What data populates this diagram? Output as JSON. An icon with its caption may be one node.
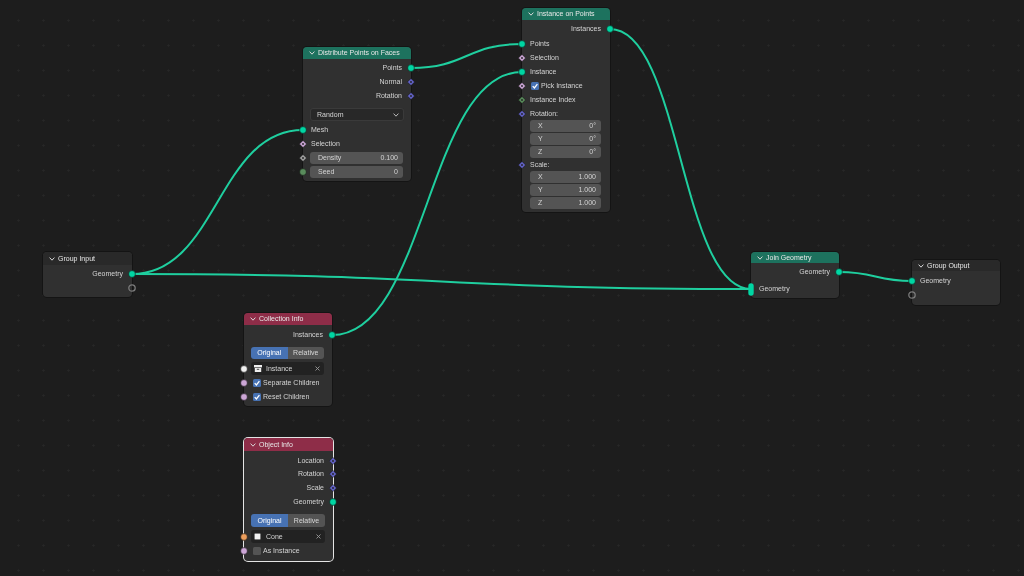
{
  "diagram": {
    "nodes": [
      {
        "text": [
          "Group Input",
          "Geometry"
        ]
      },
      {
        "text": [
          "Distribute Points on Faces",
          "Points",
          "Normal",
          "Rotation",
          "Random",
          "Mesh",
          "Selection",
          "Density",
          "0.100",
          "Seed",
          "0"
        ]
      },
      {
        "text": [
          "Collection Info",
          "Instances",
          "Original",
          "Relative",
          "Instance",
          "Separate Children",
          "Reset Children"
        ]
      },
      {
        "text": [
          "Object Info",
          "Location",
          "Rotation",
          "Scale",
          "Geometry",
          "Original",
          "Relative",
          "Cone",
          "As Instance"
        ]
      },
      {
        "text": [
          "Instance on Points",
          "Instances",
          "Points",
          "Selection",
          "Instance",
          "Pick Instance",
          "Instance Index",
          "Rotation:",
          "X",
          "0°",
          "Y",
          "0°",
          "Z",
          "0°",
          "Scale:",
          "X",
          "1.000",
          "Y",
          "1.000",
          "Z",
          "1.000"
        ]
      },
      {
        "text": [
          "Join Geometry",
          "Geometry",
          "Geometry"
        ]
      },
      {
        "text": [
          "Group Output",
          "Geometry"
        ]
      }
    ],
    "edges": [
      {
        "from": 0,
        "to": 1,
        "arrow": "none"
      },
      {
        "from": 0,
        "to": 5,
        "arrow": "none"
      },
      {
        "from": 1,
        "to": 4,
        "arrow": "none"
      },
      {
        "from": 2,
        "to": 4,
        "arrow": "none"
      },
      {
        "from": 4,
        "to": 5,
        "arrow": "none"
      },
      {
        "from": 5,
        "to": 6,
        "arrow": "none"
      }
    ]
  }
}
